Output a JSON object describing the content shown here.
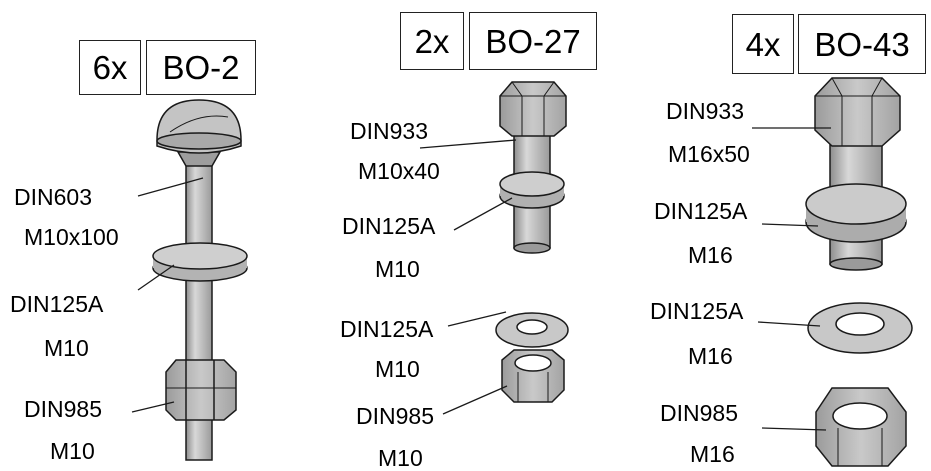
{
  "colors": {
    "part_fill": "#b9b9b9",
    "part_light": "#d8d8d8",
    "part_dark": "#8e8e8e",
    "outline": "#1a1a1a"
  },
  "kits": [
    {
      "qty": "6x",
      "code": "BO-2",
      "parts": [
        {
          "part": "DIN603",
          "size": "M10x100"
        },
        {
          "part": "DIN125A",
          "size": "M10"
        },
        {
          "part": "DIN985",
          "size": "M10"
        }
      ]
    },
    {
      "qty": "2x",
      "code": "BO-27",
      "parts": [
        {
          "part": "DIN933",
          "size": "M10x40"
        },
        {
          "part": "DIN125A",
          "size": "M10"
        },
        {
          "part": "DIN125A",
          "size": "M10"
        },
        {
          "part": "DIN985",
          "size": "M10"
        }
      ]
    },
    {
      "qty": "4x",
      "code": "BO-43",
      "parts": [
        {
          "part": "DIN933",
          "size": "M16x50"
        },
        {
          "part": "DIN125A",
          "size": "M16"
        },
        {
          "part": "DIN125A",
          "size": "M16"
        },
        {
          "part": "DIN985",
          "size": "M16"
        }
      ]
    }
  ]
}
